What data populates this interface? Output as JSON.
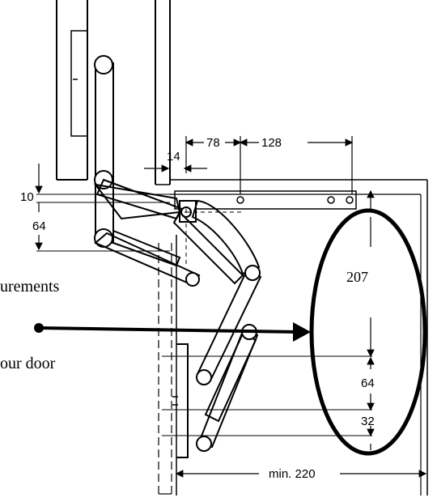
{
  "dimensions": {
    "d78": "78",
    "d128": "128",
    "d14": "14",
    "d10": "10",
    "d64_left": "64",
    "d207": "207",
    "d64_right": "64",
    "d32": "32",
    "min_width": "min. 220"
  },
  "annotation": {
    "line1": "urements",
    "line2": "our door"
  },
  "colors": {
    "ink": "#000000",
    "paper": "#ffffff",
    "arm": "#ececec"
  }
}
